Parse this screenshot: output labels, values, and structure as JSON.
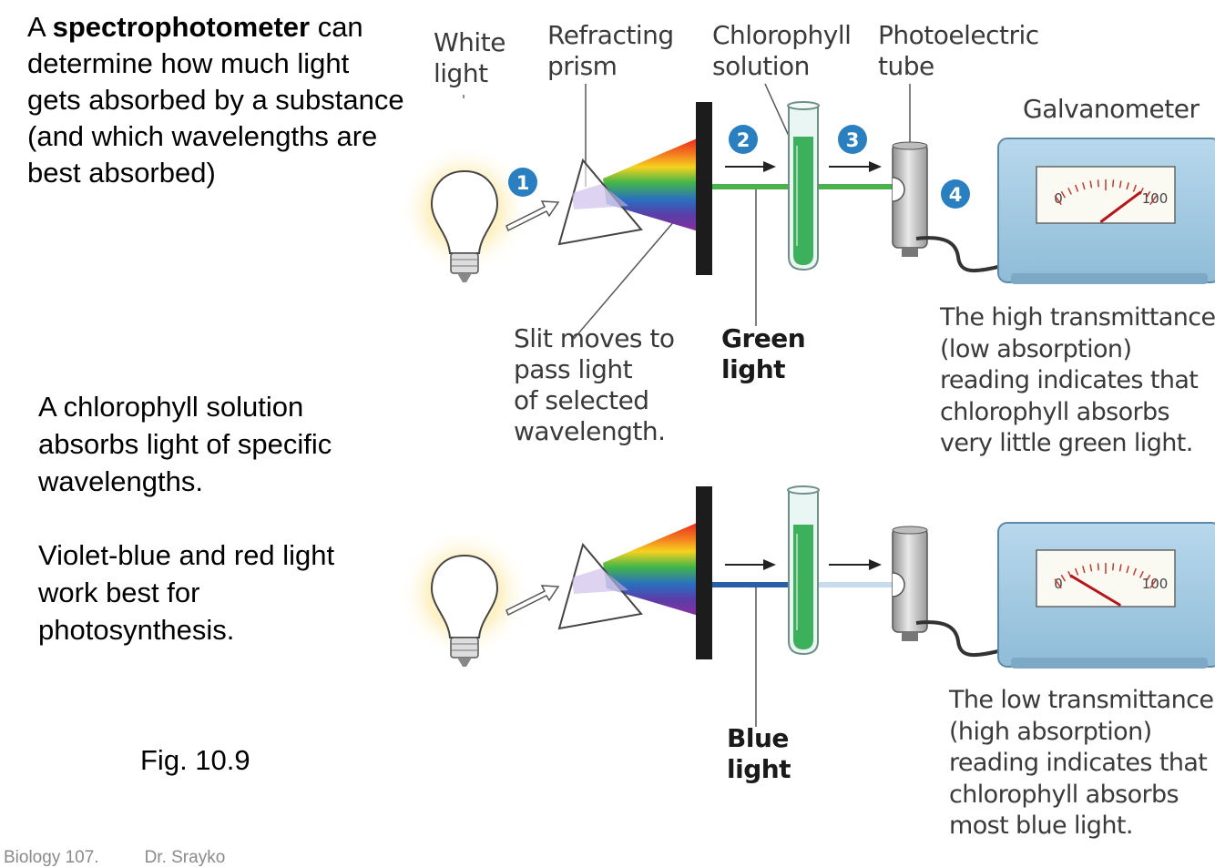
{
  "intro": {
    "prefix": "A ",
    "bold": "spectrophotometer",
    "rest": " can determine how much light gets absorbed by a substance (and which wavelengths are best absorbed)"
  },
  "chlorophyll_block": {
    "line1": "A chlorophyll solution absorbs light of specific wavelengths.",
    "line2": "Violet-blue and red light work best for photosynthesis."
  },
  "figure_label": "Fig. 10.9",
  "footer": {
    "course": "Biology 107.",
    "instructor": "Dr. Srayko"
  },
  "labels": {
    "white_light": [
      "White",
      "light"
    ],
    "refracting_prism": [
      "Refracting",
      "prism"
    ],
    "chlorophyll_solution": [
      "Chlorophyll",
      "solution"
    ],
    "photoelectric_tube": [
      "Photoelectric",
      "tube"
    ],
    "galvanometer": "Galvanometer",
    "slit": [
      "Slit moves to",
      "pass light",
      "of selected",
      "wavelength."
    ],
    "green_light": [
      "Green",
      "light"
    ],
    "blue_light": [
      "Blue",
      "light"
    ]
  },
  "steps": [
    "1",
    "2",
    "3",
    "4"
  ],
  "meter": {
    "min": "0",
    "max": "100"
  },
  "captions": {
    "high": [
      "The high transmittance",
      "(low absorption)",
      "reading indicates that",
      "chlorophyll absorbs",
      "very little green light."
    ],
    "low": [
      "The low transmittance",
      "(high absorption)",
      "reading indicates that",
      "chlorophyll absorbs",
      "most blue light."
    ]
  },
  "readings": {
    "high_fraction": 0.85,
    "low_fraction": 0.15
  },
  "colors": {
    "step_badge": "#2a7fc1",
    "green_beam": "#4bb34b",
    "blue_beam": "#2a5fa8",
    "solution": "#3cb05a",
    "galvanometer_body": "#a9cce3",
    "needle": "#b5161b"
  }
}
